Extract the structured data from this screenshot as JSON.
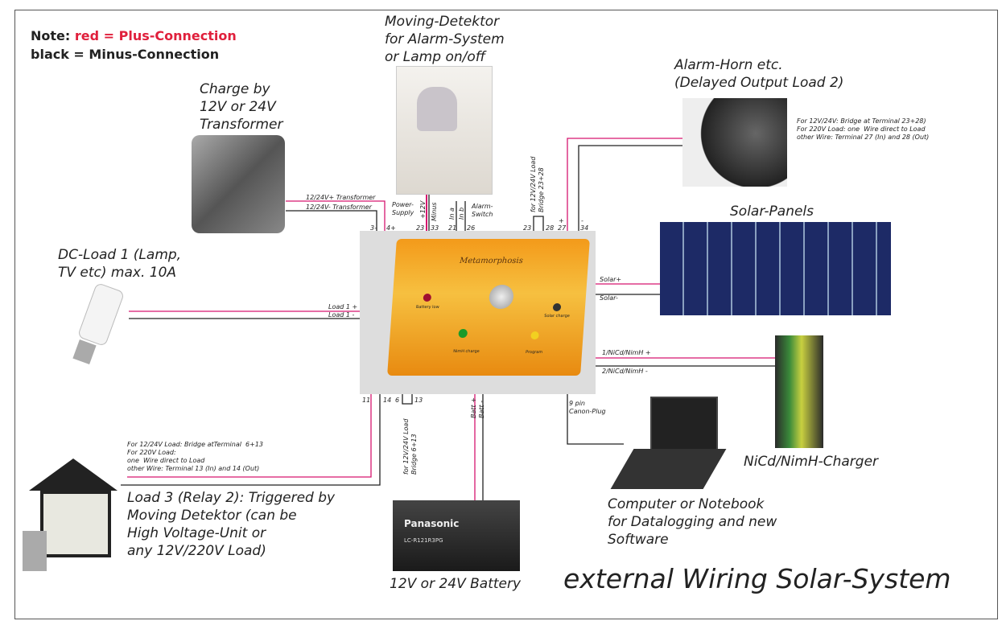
{
  "note": {
    "red_label": "red = Plus-Connection",
    "black_label": "black = Minus-Connection",
    "prefix": "Note: "
  },
  "title": "external Wiring Solar-System",
  "colors": {
    "plus": "#d6166f",
    "minus": "#222222",
    "device": "#f0a020"
  },
  "device": {
    "brand": "Metamorphosis",
    "led1": "Battery low",
    "led2": "Solar charge",
    "led3": "NimH charge",
    "button": "Program"
  },
  "components": {
    "transformer": {
      "title": "Charge by\n12V or 24V\nTransformer",
      "wire_plus": "12/24V+ Transformer",
      "wire_minus": "12/24V- Transformer"
    },
    "motion": {
      "title": "Moving-Detektor\nfor Alarm-System\nor Lamp on/off",
      "power": "Power-\nSupply",
      "plus12": "+12V",
      "minus": "Minus",
      "in_a": "In a",
      "in_b": "In b",
      "alarm": "Alarm-\nSwitch"
    },
    "horn": {
      "title": "Alarm-Horn etc.\n(Delayed Output Load 2)",
      "info": "For 12V/24V: Bridge at Terminal 23+28)\nFor 220V Load: one  Wire direct to Load\nother Wire: Terminal 27 (In) and 28 (Out)",
      "bridge": "for 12V/24V Load\nBridge 23+28"
    },
    "solar": {
      "title": "Solar-Panels",
      "plus": "Solar+",
      "minus": "Solar-"
    },
    "load1": {
      "title": "DC-Load 1 (Lamp,\nTV etc) max. 10A",
      "plus": "Load 1 +",
      "minus": "Load 1 -"
    },
    "nicd": {
      "title": "NiCd/NimH-Charger",
      "plus": "1/NiCd/NimH +",
      "minus": "2/NiCd/NimH -"
    },
    "computer": {
      "title": "Computer or Notebook\nfor Datalogging and new\nSoftware",
      "plug": "9 pin\nCanon-Plug"
    },
    "battery": {
      "title": "12V or 24V Battery",
      "plus": "Batt +",
      "minus": "Batt -",
      "brand": "Panasonic",
      "model": "LC-R121R3PG",
      "bridge": "for 12V/24V Load\nBridge 6+13"
    },
    "load3": {
      "title": "Load 3 (Relay 2): Triggered by\nMoving Detektor (can be\nHigh Voltage-Unit or\nany 12V/220V Load)",
      "info": "For 12/24V Load: Bridge atTerminal  6+13\nFor 220V Load:\none  Wire direct to Load\nother Wire: Terminal 13 (In) and 14 (Out)"
    }
  },
  "terminals": {
    "t3": "3-",
    "t4": "4+",
    "t23a": "23",
    "t33": "33",
    "t21": "21",
    "t26": "26",
    "t23b": "23",
    "t28": "28",
    "t27": "27",
    "t27s": "+",
    "t34": "34",
    "t34s": "-",
    "t11": "11",
    "t14": "14",
    "t6": "6",
    "t13": "13"
  }
}
